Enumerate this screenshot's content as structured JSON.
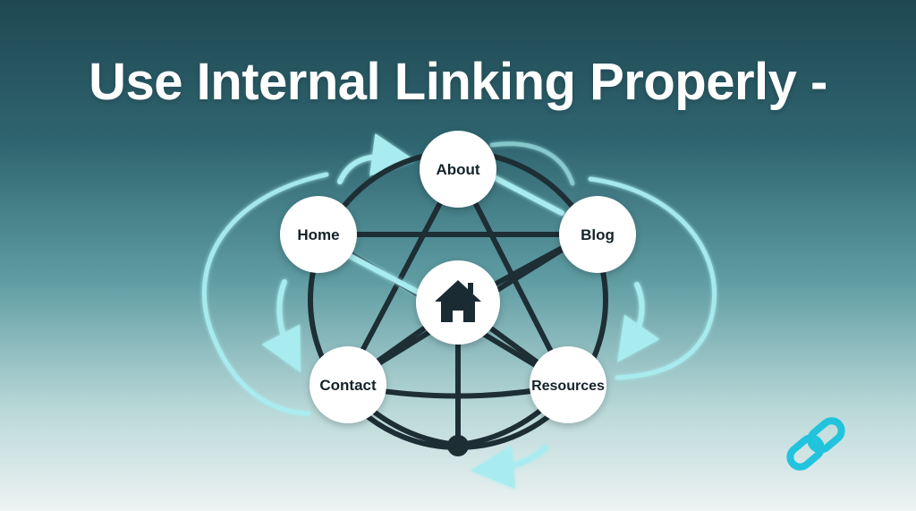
{
  "title": "Use Internal Linking Properly -",
  "nodes": [
    {
      "id": "about",
      "label": "About"
    },
    {
      "id": "home",
      "label": "Home"
    },
    {
      "id": "blog",
      "label": "Blog"
    },
    {
      "id": "contact",
      "label": "Contact"
    },
    {
      "id": "resources",
      "label": "Resources"
    }
  ],
  "center_icon": "house-icon",
  "corner_icon": "chain-link-icon",
  "colors": {
    "node_fill": "#ffffff",
    "link_line": "#1d2e35",
    "glow_arrow": "#a8ecef",
    "chain_icon": "#21c3dd",
    "title_text": "#ffffff"
  }
}
